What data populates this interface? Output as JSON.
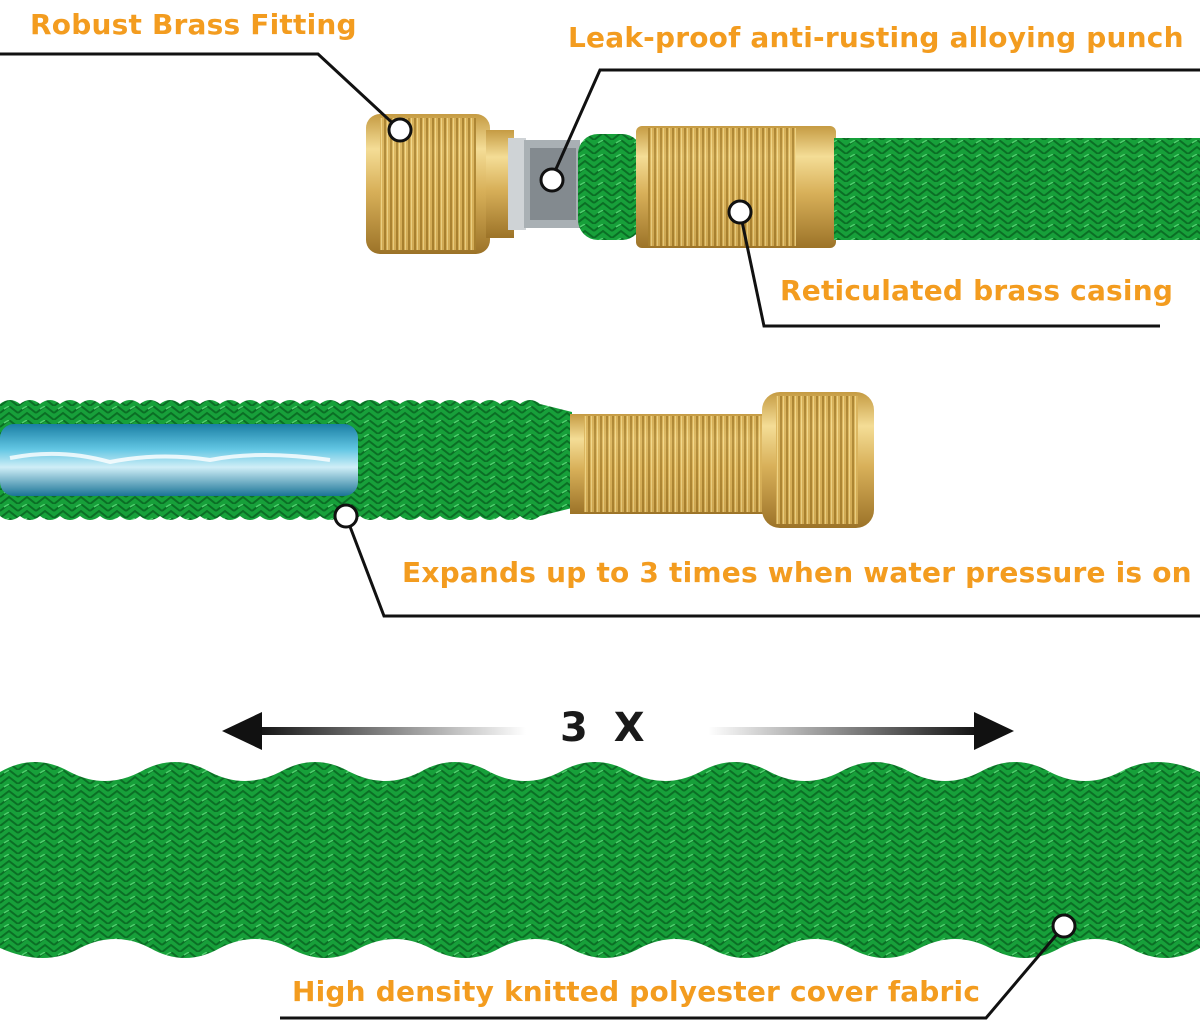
{
  "callouts": {
    "brass_fitting": "Robust Brass Fitting",
    "leak_proof": "Leak-proof anti-rusting alloying punch",
    "brass_casing": "Reticulated brass casing",
    "expands": "Expands up to 3 times when water pressure is on",
    "fabric": "High density knitted polyester cover fabric"
  },
  "expansion_label": "3 X",
  "colors": {
    "callout_text": "#f39c1f",
    "hose_green": "#1aa83a",
    "brass": "#d9b25a",
    "inner_tube": "#2aa6c8"
  }
}
